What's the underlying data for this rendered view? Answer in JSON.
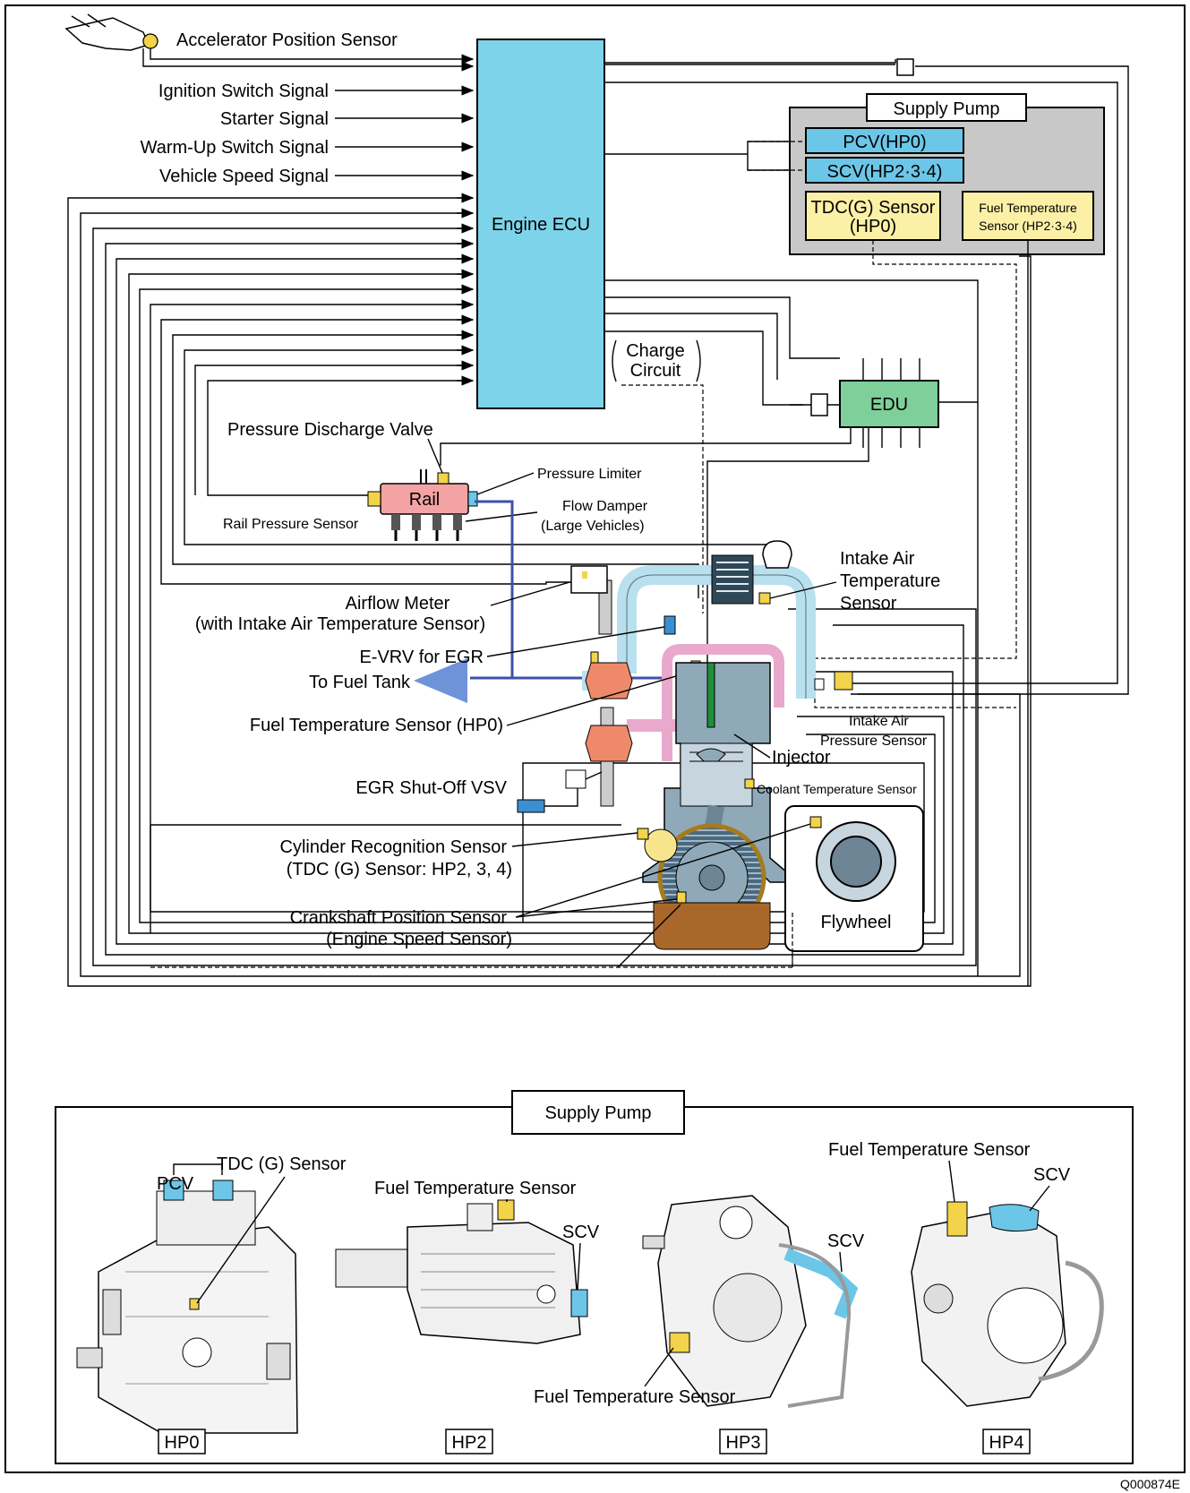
{
  "diagram": {
    "inputs": {
      "accelerator": "Accelerator Position Sensor",
      "ignition": "Ignition Switch Signal",
      "starter": "Starter Signal",
      "warmup": "Warm-Up Switch Signal",
      "vehicle_speed": "Vehicle Speed Signal"
    },
    "ecu": "Engine ECU",
    "charge_circuit": [
      "Charge",
      "Circuit"
    ],
    "edu": "EDU",
    "supply_pump_box": {
      "title": "Supply Pump",
      "pcv": "PCV(HP0)",
      "scv": "SCV(HP2·3·4)",
      "tdc": [
        "TDC(G) Sensor",
        "(HP0)"
      ],
      "fuel_temp": [
        "Fuel Temperature",
        "Sensor (HP2·3·4)"
      ]
    },
    "components": {
      "pressure_discharge_valve": "Pressure Discharge Valve",
      "pressure_limiter": "Pressure Limiter",
      "rail": "Rail",
      "rail_pressure_sensor": "Rail Pressure Sensor",
      "flow_damper": [
        "Flow Damper",
        "(Large Vehicles)"
      ],
      "airflow_meter": [
        "Airflow Meter",
        "(with Intake Air Temperature Sensor)"
      ],
      "intake_air_temp": [
        "Intake Air",
        "Temperature",
        "Sensor"
      ],
      "evrv": "E-VRV for EGR",
      "to_fuel_tank": "To Fuel Tank",
      "fuel_temp_hp0": "Fuel Temperature Sensor (HP0)",
      "intake_air_pressure": [
        "Intake Air",
        "Pressure Sensor"
      ],
      "injector": "Injector",
      "egr_vsv": "EGR Shut-Off VSV",
      "coolant": "Coolant Temperature Sensor",
      "cylinder_recognition": [
        "Cylinder Recognition Sensor",
        "(TDC (G) Sensor:  HP2, 3, 4)"
      ],
      "crankshaft": [
        "Crankshaft Position Sensor",
        "(Engine Speed Sensor)"
      ],
      "flywheel": "Flywheel"
    }
  },
  "pumps_panel": {
    "title": "Supply Pump",
    "hp0": {
      "tag": "HP0",
      "pcv": "PCV",
      "tdc": "TDC (G) Sensor"
    },
    "hp2": {
      "tag": "HP2",
      "fuel_temp": "Fuel Temperature Sensor",
      "scv": "SCV"
    },
    "hp3": {
      "tag": "HP3",
      "scv": "SCV",
      "fuel_temp": "Fuel Temperature Sensor"
    },
    "hp4": {
      "tag": "HP4",
      "fuel_temp": "Fuel Temperature Sensor",
      "scv": "SCV"
    }
  },
  "figure_code": "Q000874E",
  "colors": {
    "ecu": "#7dd3ea",
    "edu": "#7fcf9a",
    "pump_box": "#c8c8c8",
    "pcv_scv": "#6cc6e8",
    "sensor_yellow": "#fbf0a6",
    "rail": "#f3a3a3",
    "intake": "#b8e0ee",
    "pink_pipe": "#e8a9cc",
    "oil": "#a9682a",
    "engine_grey": "#8fa9b8",
    "fuel_arrow": "#6f93d8"
  }
}
